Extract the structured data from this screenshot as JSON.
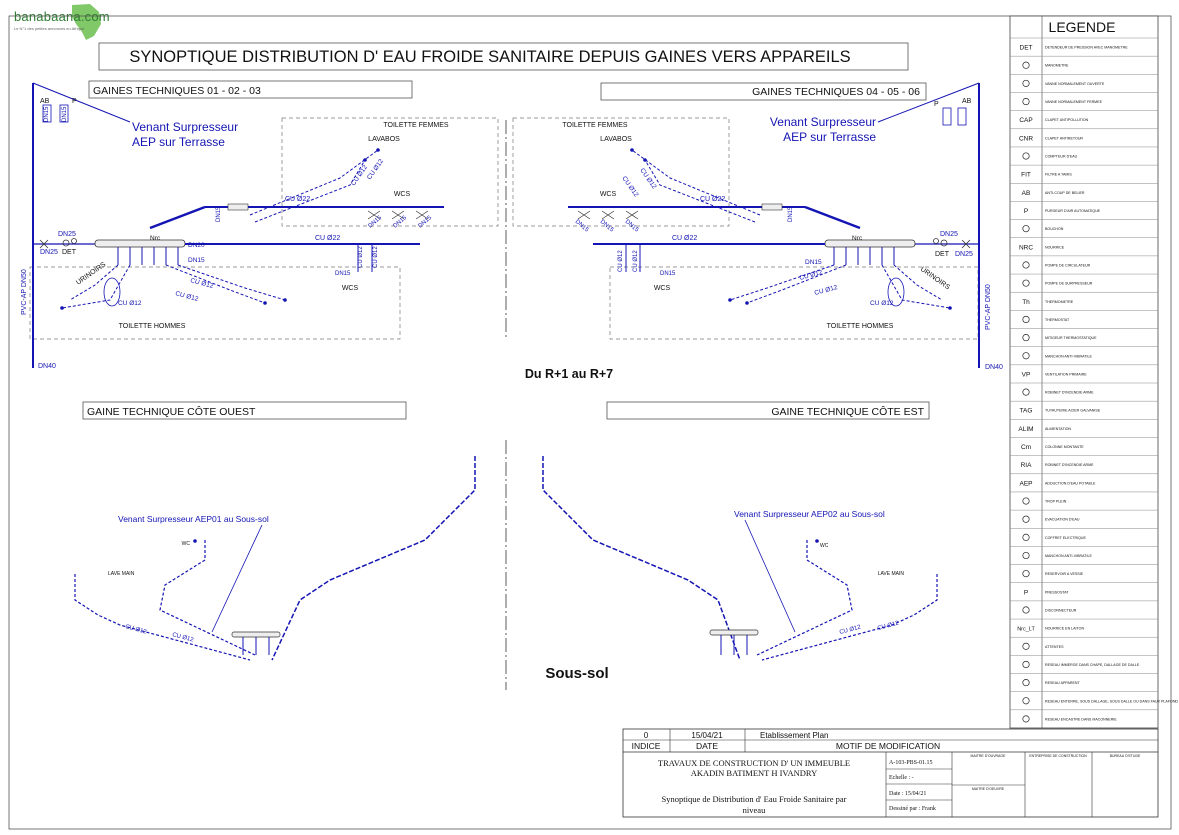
{
  "logo": {
    "text": "banabaana.com",
    "tagline": "Le N°1 des petites annonces en Afrique"
  },
  "title": "SYNOPTIQUE DISTRIBUTION D' EAU FROIDE SANITAIRE DEPUIS GAINES VERS APPAREILS",
  "sections": {
    "left_top": "GAINES TECHNIQUES 01 - 02 - 03",
    "right_top": "GAINES TECHNIQUES 04 - 05 - 06",
    "left_bottom": "GAINE TECHNIQUE CÔTE OUEST",
    "right_bottom": "GAINE TECHNIQUE CÔTE EST"
  },
  "levels": {
    "upper": "Du R+1 au R+7",
    "lower": "Sous-sol"
  },
  "labels": {
    "venant_1": "Venant Surpresseur",
    "venant_2": "AEP sur Terrasse",
    "toilette_femmes": "TOILETTE FEMMES",
    "toilette_hommes": "TOILETTE HOMMES",
    "lavabos": "LAVABOS",
    "wcs": "WCS",
    "urinoirs": "URINOIRS",
    "cu22": "CU Ø22",
    "cu12": "CU Ø12",
    "dn15": "DN15",
    "dn25": "DN25",
    "dn20": "DN20",
    "dn40": "DN40",
    "det": "DET",
    "nrc": "Nrc",
    "pvc": "PVC-AP DN50",
    "ab": "AB",
    "p": "P",
    "sous_sol_left": "Venant Surpresseur AEP01 au Sous-sol",
    "sous_sol_right": "Venant Surpresseur AEP02 au Sous-sol",
    "lave_main": "LAVE MAIN",
    "wc": "WC"
  },
  "legend": {
    "title": "LEGENDE",
    "items": [
      {
        "sym": "DET",
        "text": "DETENDEUR DE PRESSION AVEC MANOMETRE"
      },
      {
        "sym": "",
        "text": "MANOMETRE"
      },
      {
        "sym": "",
        "text": "VANNE NORMALEMENT OUVERTE"
      },
      {
        "sym": "",
        "text": "VANNE NORMALEMENT FERMEE"
      },
      {
        "sym": "CAP",
        "text": "CLAPET ANTIPOLLUTION"
      },
      {
        "sym": "CNR",
        "text": "CLAPET ANTIRETOUR"
      },
      {
        "sym": "",
        "text": "COMPTEUR D'EAU"
      },
      {
        "sym": "FIT",
        "text": "FILTRE A TAMIS"
      },
      {
        "sym": "AB",
        "text": "ANTI-COUP DE BELIER"
      },
      {
        "sym": "P",
        "text": "PURGEUR D'AIR AUTOMATIQUE"
      },
      {
        "sym": "",
        "text": "BOUCHON"
      },
      {
        "sym": "NRC",
        "text": "NOURRICE"
      },
      {
        "sym": "",
        "text": "POMPE DE CIRCULATEUR"
      },
      {
        "sym": "",
        "text": "POMPE DE SURPRESSEUR"
      },
      {
        "sym": "Th",
        "text": "THERMOMETRE"
      },
      {
        "sym": "",
        "text": "THERMOSTAT"
      },
      {
        "sym": "",
        "text": "MITIGEUR THERMOSTATIQUE"
      },
      {
        "sym": "",
        "text": "MANCHON ANTI-VIBRATILE"
      },
      {
        "sym": "VP",
        "text": "VENTILATION PRIMAIRE"
      },
      {
        "sym": "",
        "text": "ROBINET D'INCENDIE ARME"
      },
      {
        "sym": "TAG",
        "text": "TUYAUTERIE ACIER GALVANISE"
      },
      {
        "sym": "ALIM",
        "text": "ALIMENTATION"
      },
      {
        "sym": "Cm",
        "text": "COLONNE MONTANTE"
      },
      {
        "sym": "RIA",
        "text": "ROBINET D'INCENDIE ARME"
      },
      {
        "sym": "AEP",
        "text": "ADDUCTION D'EAU POTABLE"
      },
      {
        "sym": "",
        "text": "TROP PLEIN"
      },
      {
        "sym": "",
        "text": "EVACUATION D'EAU"
      },
      {
        "sym": "",
        "text": "COFFRET ELECTRIQUE"
      },
      {
        "sym": "",
        "text": "MANCHON ANTI-VIBRATILE"
      },
      {
        "sym": "",
        "text": "RESERVOIR A VESSIE"
      },
      {
        "sym": "P",
        "text": "PRESSOSTAT"
      },
      {
        "sym": "",
        "text": "DISCONNECTEUR"
      },
      {
        "sym": "Nrc_LT",
        "text": "NOURRICE EN LAITON"
      },
      {
        "sym": "",
        "text": "ATTENTES"
      },
      {
        "sym": "",
        "text": "RESEAU IMMERGE DANS CHAPE, DALLAGE DE DALLE"
      },
      {
        "sym": "",
        "text": "RESEAU APPARENT"
      },
      {
        "sym": "",
        "text": "RESEAU ENTERRE, SOUS DALLAGE, SOUS DALLE OU DANS FAUX PLAFOND"
      },
      {
        "sym": "",
        "text": "RESEAU ENCASTRE DANS MACONNERIE"
      }
    ]
  },
  "title_block": {
    "rev_index": "0",
    "rev_date": "15/04/21",
    "rev_motif": "Etablissement Plan",
    "h_indice": "INDICE",
    "h_date": "DATE",
    "h_motif": "MOTIF DE MODIFICATION",
    "project_1": "TRAVAUX DE CONSTRUCTION D' UN IMMEUBLE",
    "project_2": "AKADIN BATIMENT H IVANDRY",
    "drawing_1": "Synoptique de Distribution d' Eau Froide Sanitaire par",
    "drawing_2": "niveau",
    "ref": "A-103-PBS-01.15",
    "echelle": "Echelle : -",
    "date": "Date :  15/04/21",
    "dessine": "Dessiné par : Frank",
    "maitre_ouvrage": "MAITRE D'OUVRAGE",
    "entreprise": "ENTREPRISE DE CONSTRUCTION",
    "bet": "BUREAU D'ETUDE",
    "maitre_oeuvre": "MAITRE D'OEUVRE"
  }
}
